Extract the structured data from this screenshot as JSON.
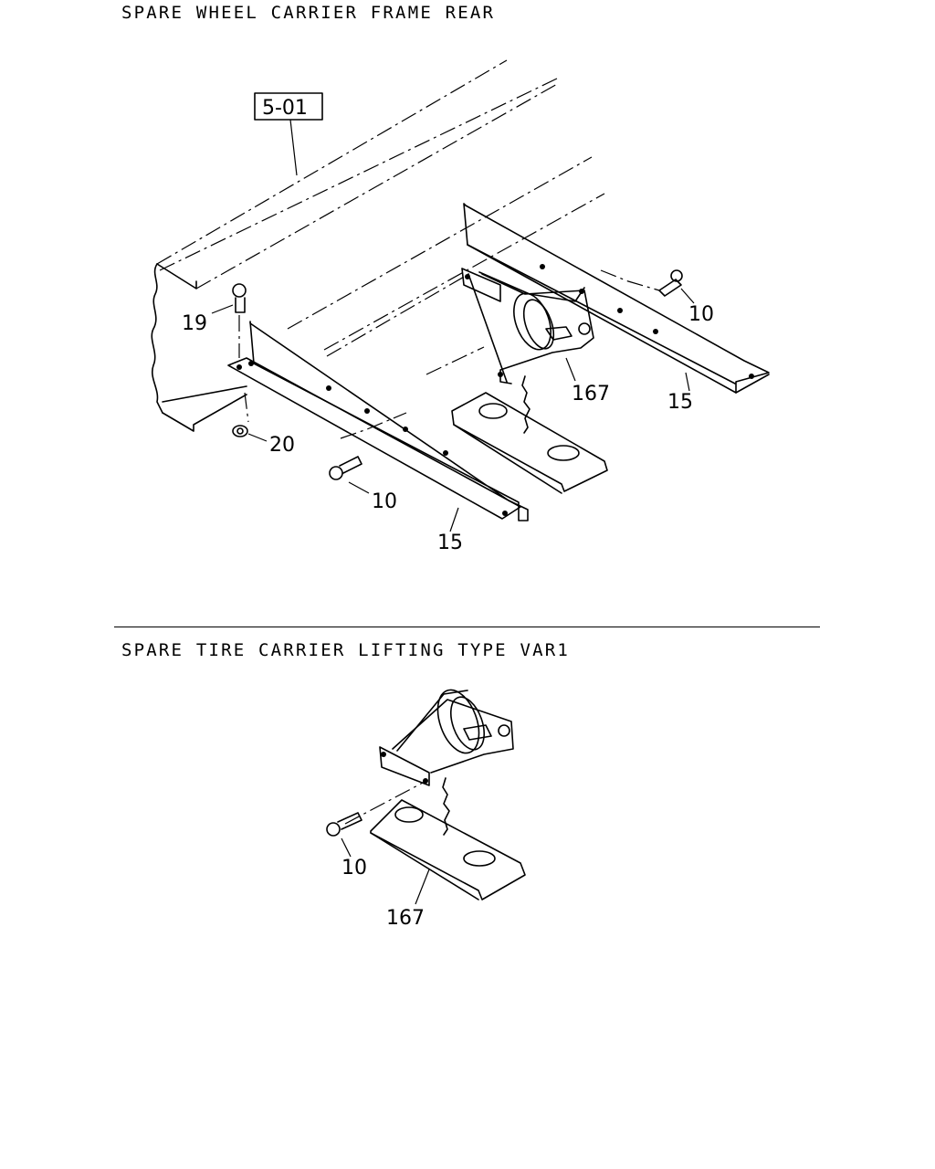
{
  "sections": [
    {
      "title": "SPARE WHEEL CARRIER FRAME REAR",
      "reference_box": "5-01",
      "callouts": [
        "19",
        "20",
        "10",
        "15",
        "167",
        "10",
        "15"
      ]
    },
    {
      "title": "SPARE TIRE CARRIER LIFTING TYPE VAR1",
      "callouts": [
        "10",
        "167"
      ]
    }
  ]
}
